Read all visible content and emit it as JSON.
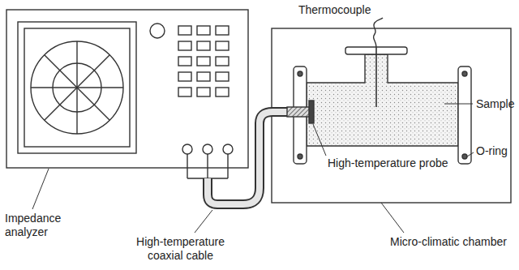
{
  "diagram": {
    "labels": [
      "Thermocouple",
      "Sample",
      "O-ring",
      "High-temperature probe",
      "Impedance analyzer",
      "High-temperature coaxial cable",
      "Micro-climatic chamber"
    ]
  }
}
